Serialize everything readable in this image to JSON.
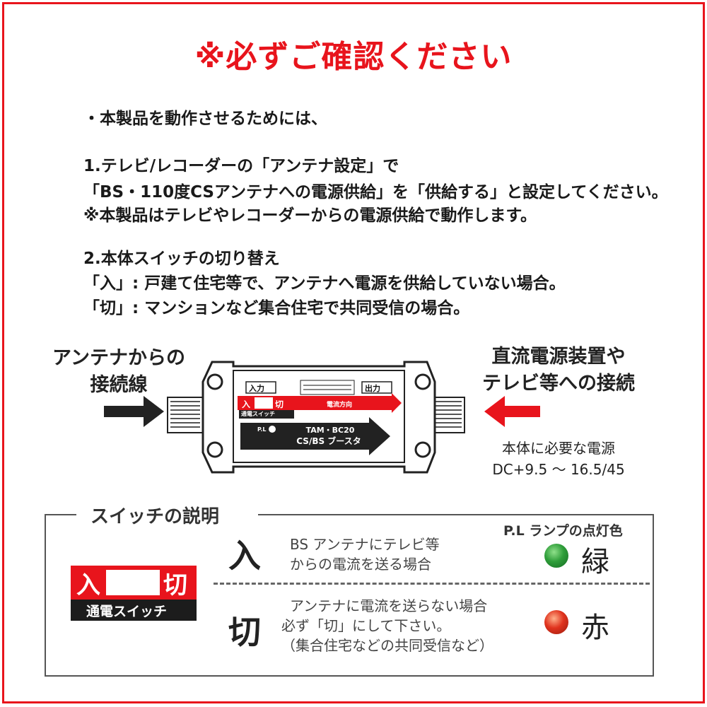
{
  "title": "※必ずご確認ください",
  "intro": "・本製品を動作させるためには、",
  "step1": {
    "line1": "1.テレビ/レコーダーの「アンテナ設定」で",
    "line2": "「BS・110度CSアンテナへの電源供給」を「供給する」と設定してください。",
    "line3": "※本製品はテレビやレコーダーからの電源供給で動作します。"
  },
  "step2": {
    "line1": "2.本体スイッチの切り替え",
    "line2": "「入」: 戸建て住宅等で、アンテナへ電源を供給していない場合。",
    "line3": "「切」: マンションなど集合住宅で共同受信の場合。"
  },
  "diagram": {
    "left_label_1": "アンテナからの",
    "left_label_2": "接続線",
    "right_label_1": "直流電源装置や",
    "right_label_2": "テレビ等への接続",
    "power_label_1": "本体に必要な電源",
    "power_label_2": "DC+9.5 ～ 16.5/45",
    "device": {
      "input": "入力",
      "output": "出力",
      "switch_on": "入",
      "switch_off": "切",
      "switch_name": "通電スイッチ",
      "current_dir": "電流方向",
      "pl": "P.L",
      "model": "TAM・BC20",
      "product": "CS/BS ブースタ"
    }
  },
  "legend": {
    "title": "スイッチの説明",
    "pl_title": "P.L ランプの点灯色",
    "switch_on": "入",
    "switch_off": "切",
    "switch_name": "通電スイッチ",
    "rows": [
      {
        "mode": "入",
        "desc": [
          "BS アンテナにテレビ等",
          "からの電流を送る場合"
        ],
        "color_name": "緑",
        "lamp_color": "#2f9e3a"
      },
      {
        "mode": "切",
        "desc": [
          "アンテナに電流を送らない場合",
          "必ず「切」にして下さい。",
          "（集合住宅などの共同受信など）"
        ],
        "color_name": "赤",
        "lamp_color": "#e0331e"
      }
    ]
  },
  "colors": {
    "accent": "#e8141c",
    "dark": "#222222"
  }
}
